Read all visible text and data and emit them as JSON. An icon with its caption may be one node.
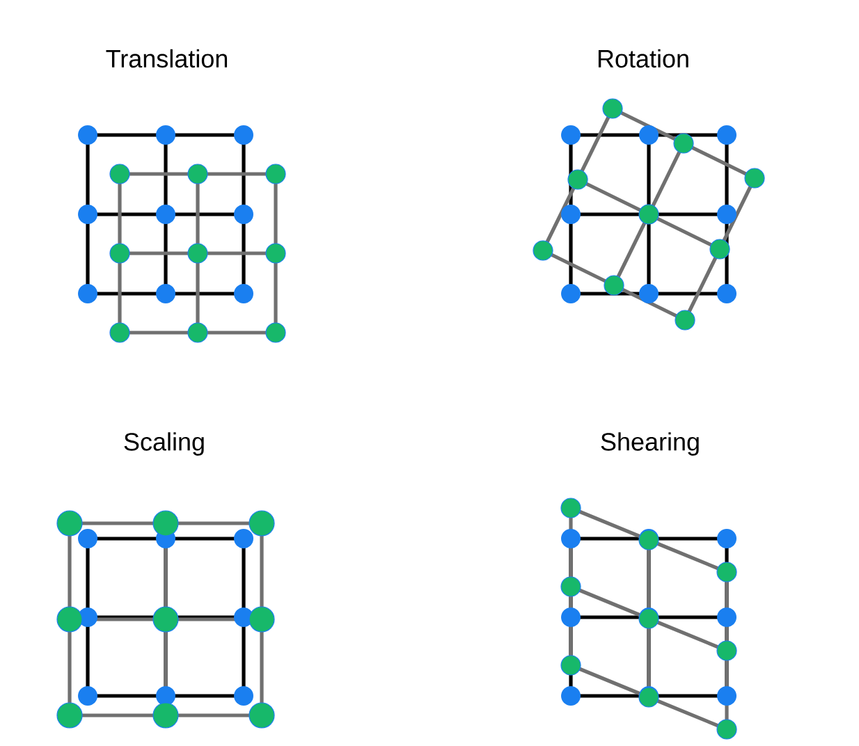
{
  "diagram": {
    "labels": [
      "Translation",
      "Rotation",
      "Scaling",
      "Shearing"
    ]
  }
}
